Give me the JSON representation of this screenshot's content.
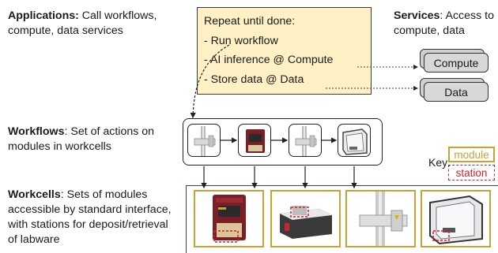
{
  "left": {
    "applications": {
      "title": "Applications:",
      "text": " Call workflows, compute, data services"
    },
    "workflows": {
      "title": "Workflows",
      "text": ": Set of actions on modules in workcells"
    },
    "workcells": {
      "title": "Workcells",
      "text": ": Sets of modules accessible by standard interface, with stations for deposit/retrieval of labware"
    }
  },
  "app_box": {
    "lines": [
      "Repeat until done:",
      "- Run workflow",
      "- AI inference @ Compute",
      "- Store data @ Data"
    ],
    "fill": "#fdf1c5"
  },
  "services": {
    "title": "Services",
    "text": ": Access to compute, data",
    "compute": "Compute",
    "data": "Data"
  },
  "workflow_nodes": [
    {
      "icon": "robot-arm-icon"
    },
    {
      "icon": "plate-hotel-icon"
    },
    {
      "icon": "robot-arm-icon"
    },
    {
      "icon": "enclosure-icon"
    }
  ],
  "workcell_modules": [
    {
      "icon": "plate-hotel-icon"
    },
    {
      "icon": "plate-reader-icon"
    },
    {
      "icon": "robot-arm-icon"
    },
    {
      "icon": "enclosure-icon"
    }
  ],
  "key": {
    "label": "Key:",
    "module": "module",
    "station": "station",
    "module_color": "#c8a233",
    "station_color": "#d0202a"
  }
}
